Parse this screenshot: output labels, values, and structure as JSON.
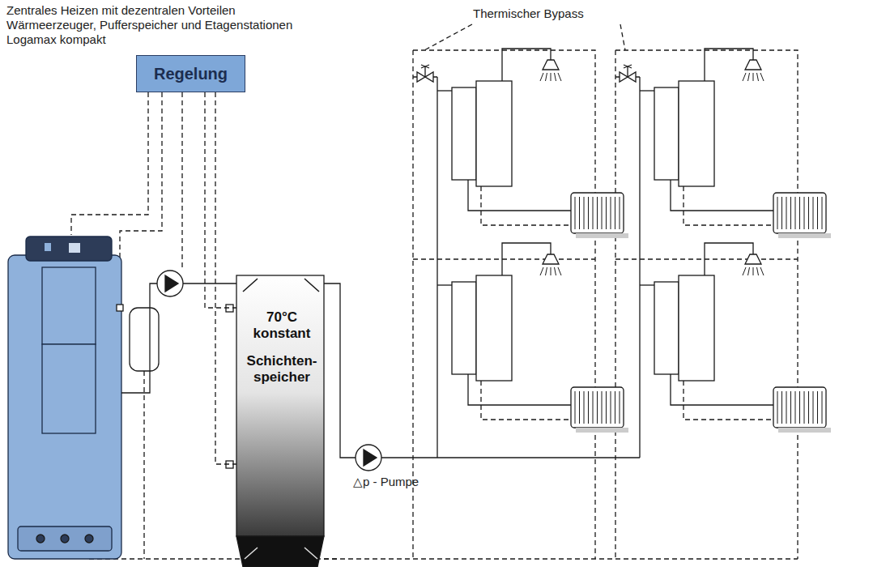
{
  "diagram": {
    "title": "Zentrales Heizen mit dezentralen Vorteilen",
    "nodes": [
      {
        "text": [
          "Regelung"
        ]
      },
      {
        "text": [
          "70°C konstant",
          "Schichten- speicher"
        ]
      }
    ],
    "edges": [
      {
        "from": 0,
        "to": 1,
        "arrow": "none"
      },
      {
        "from": 0,
        "to": 1,
        "arrow": "none"
      }
    ],
    "labels": [
      "Wärmeerzeuger, Pufferspeicher und Etagenstationen",
      "Logamax kompakt",
      "Thermischer Bypass",
      "△p - Pumpe"
    ]
  }
}
